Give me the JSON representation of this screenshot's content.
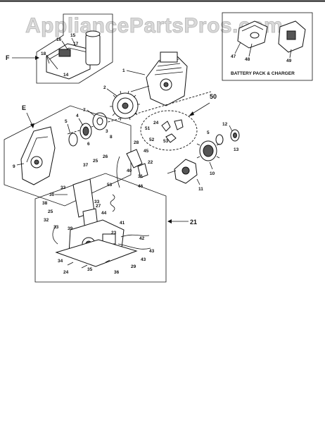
{
  "watermark": "AppliancePartsPros.com",
  "sections": {
    "f": "F",
    "e": "E",
    "s50": "50",
    "s21": "21",
    "battery_caption": "BATTERY PACK & CHARGER"
  },
  "part_numbers": {
    "p1": "1",
    "p2": "2",
    "p3": "3",
    "p4": "4",
    "p5": "5",
    "p6": "6",
    "p7": "7",
    "p8": "8",
    "p9": "9",
    "p10": "10",
    "p11": "11",
    "p12": "12",
    "p13": "13",
    "p14": "14",
    "p15": "15",
    "p16": "16",
    "p17": "17",
    "p18": "18",
    "p22": "22",
    "p23": "23",
    "p24": "24",
    "p25": "25",
    "p26": "26",
    "p27": "27",
    "p28": "28",
    "p29": "29",
    "p30": "30",
    "p31": "31",
    "p32": "32",
    "p33": "33",
    "p34": "34",
    "p35": "35",
    "p36": "36",
    "p37": "37",
    "p38": "38",
    "p39": "39",
    "p40": "40",
    "p41": "41",
    "p42": "42",
    "p43": "43",
    "p44": "44",
    "p45": "45",
    "p46": "46",
    "p47": "47",
    "p48": "48",
    "p49": "49",
    "p51": "51",
    "p52": "52",
    "p53": "53"
  }
}
